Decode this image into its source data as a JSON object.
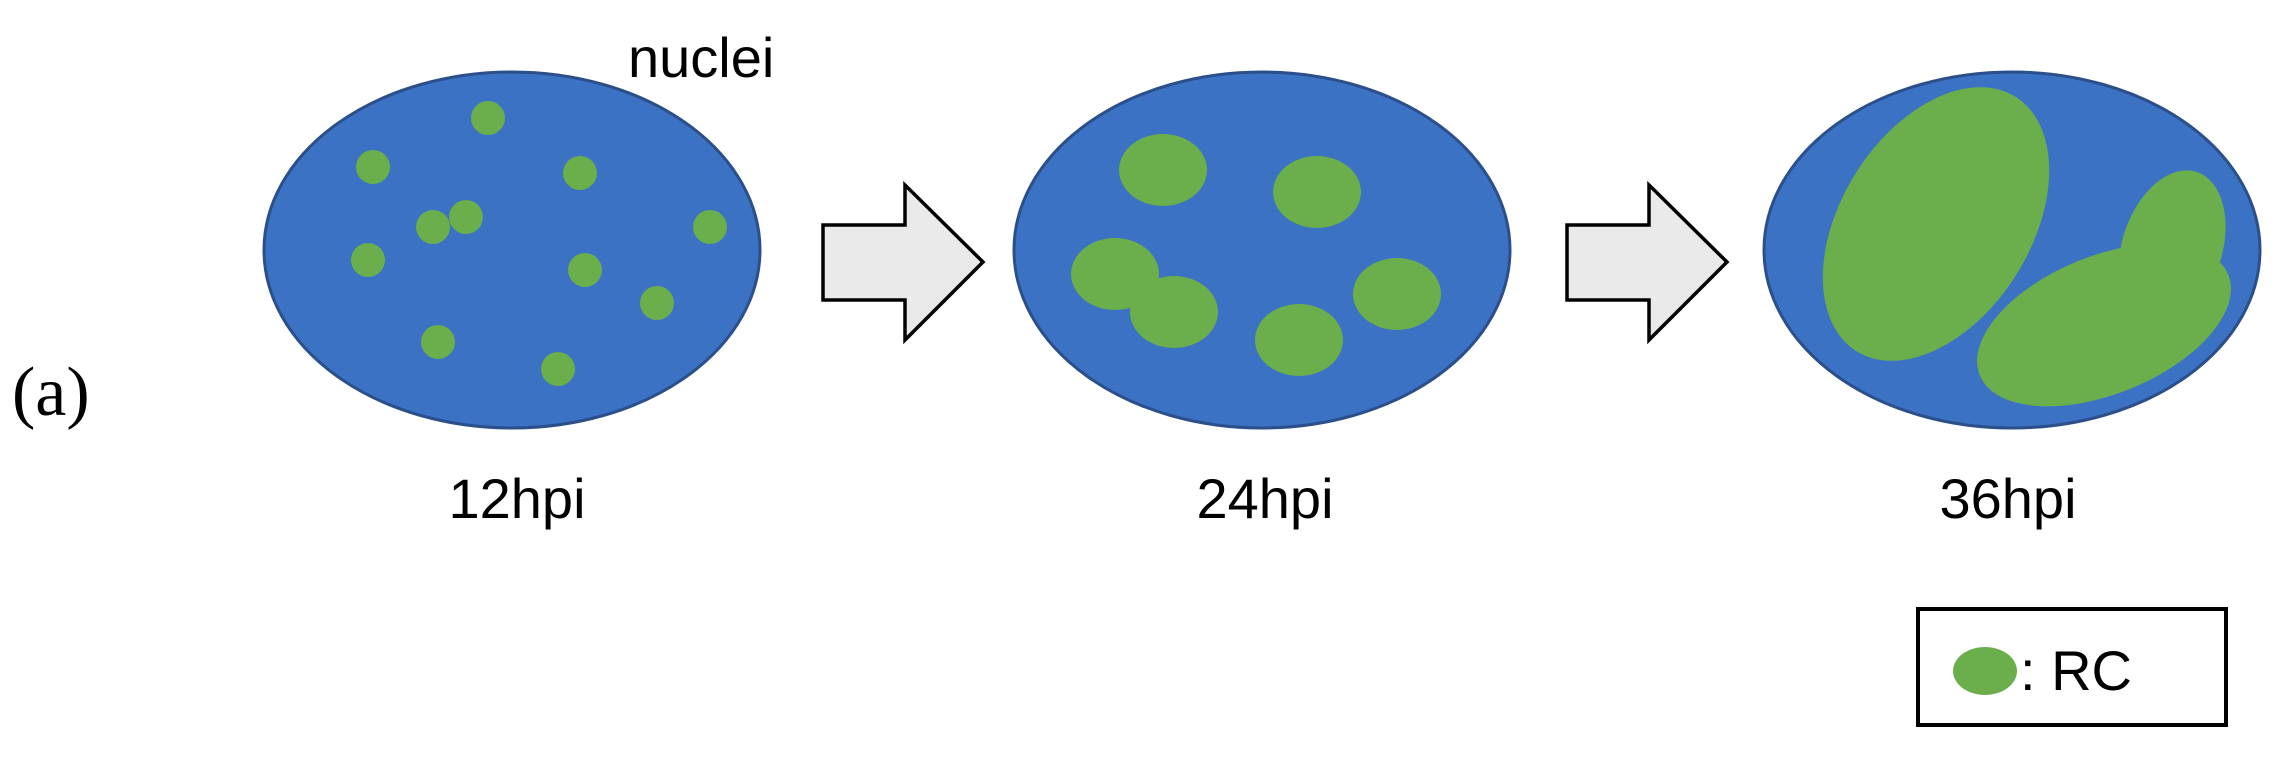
{
  "panel_label": "(a)",
  "nucleus_label": "nuclei",
  "stages": [
    {
      "time_label": "12hpi"
    },
    {
      "time_label": "24hpi"
    },
    {
      "time_label": "36hpi"
    }
  ],
  "legend": {
    "symbol": "green-ellipse",
    "text": ": RC"
  },
  "colors": {
    "nucleus_fill": "#3B72C4",
    "nucleus_outline": "#2B4F8A",
    "rc_fill": "#6BAE4C",
    "arrow_fill": "#EAEAEA",
    "arrow_outline": "#000000"
  }
}
